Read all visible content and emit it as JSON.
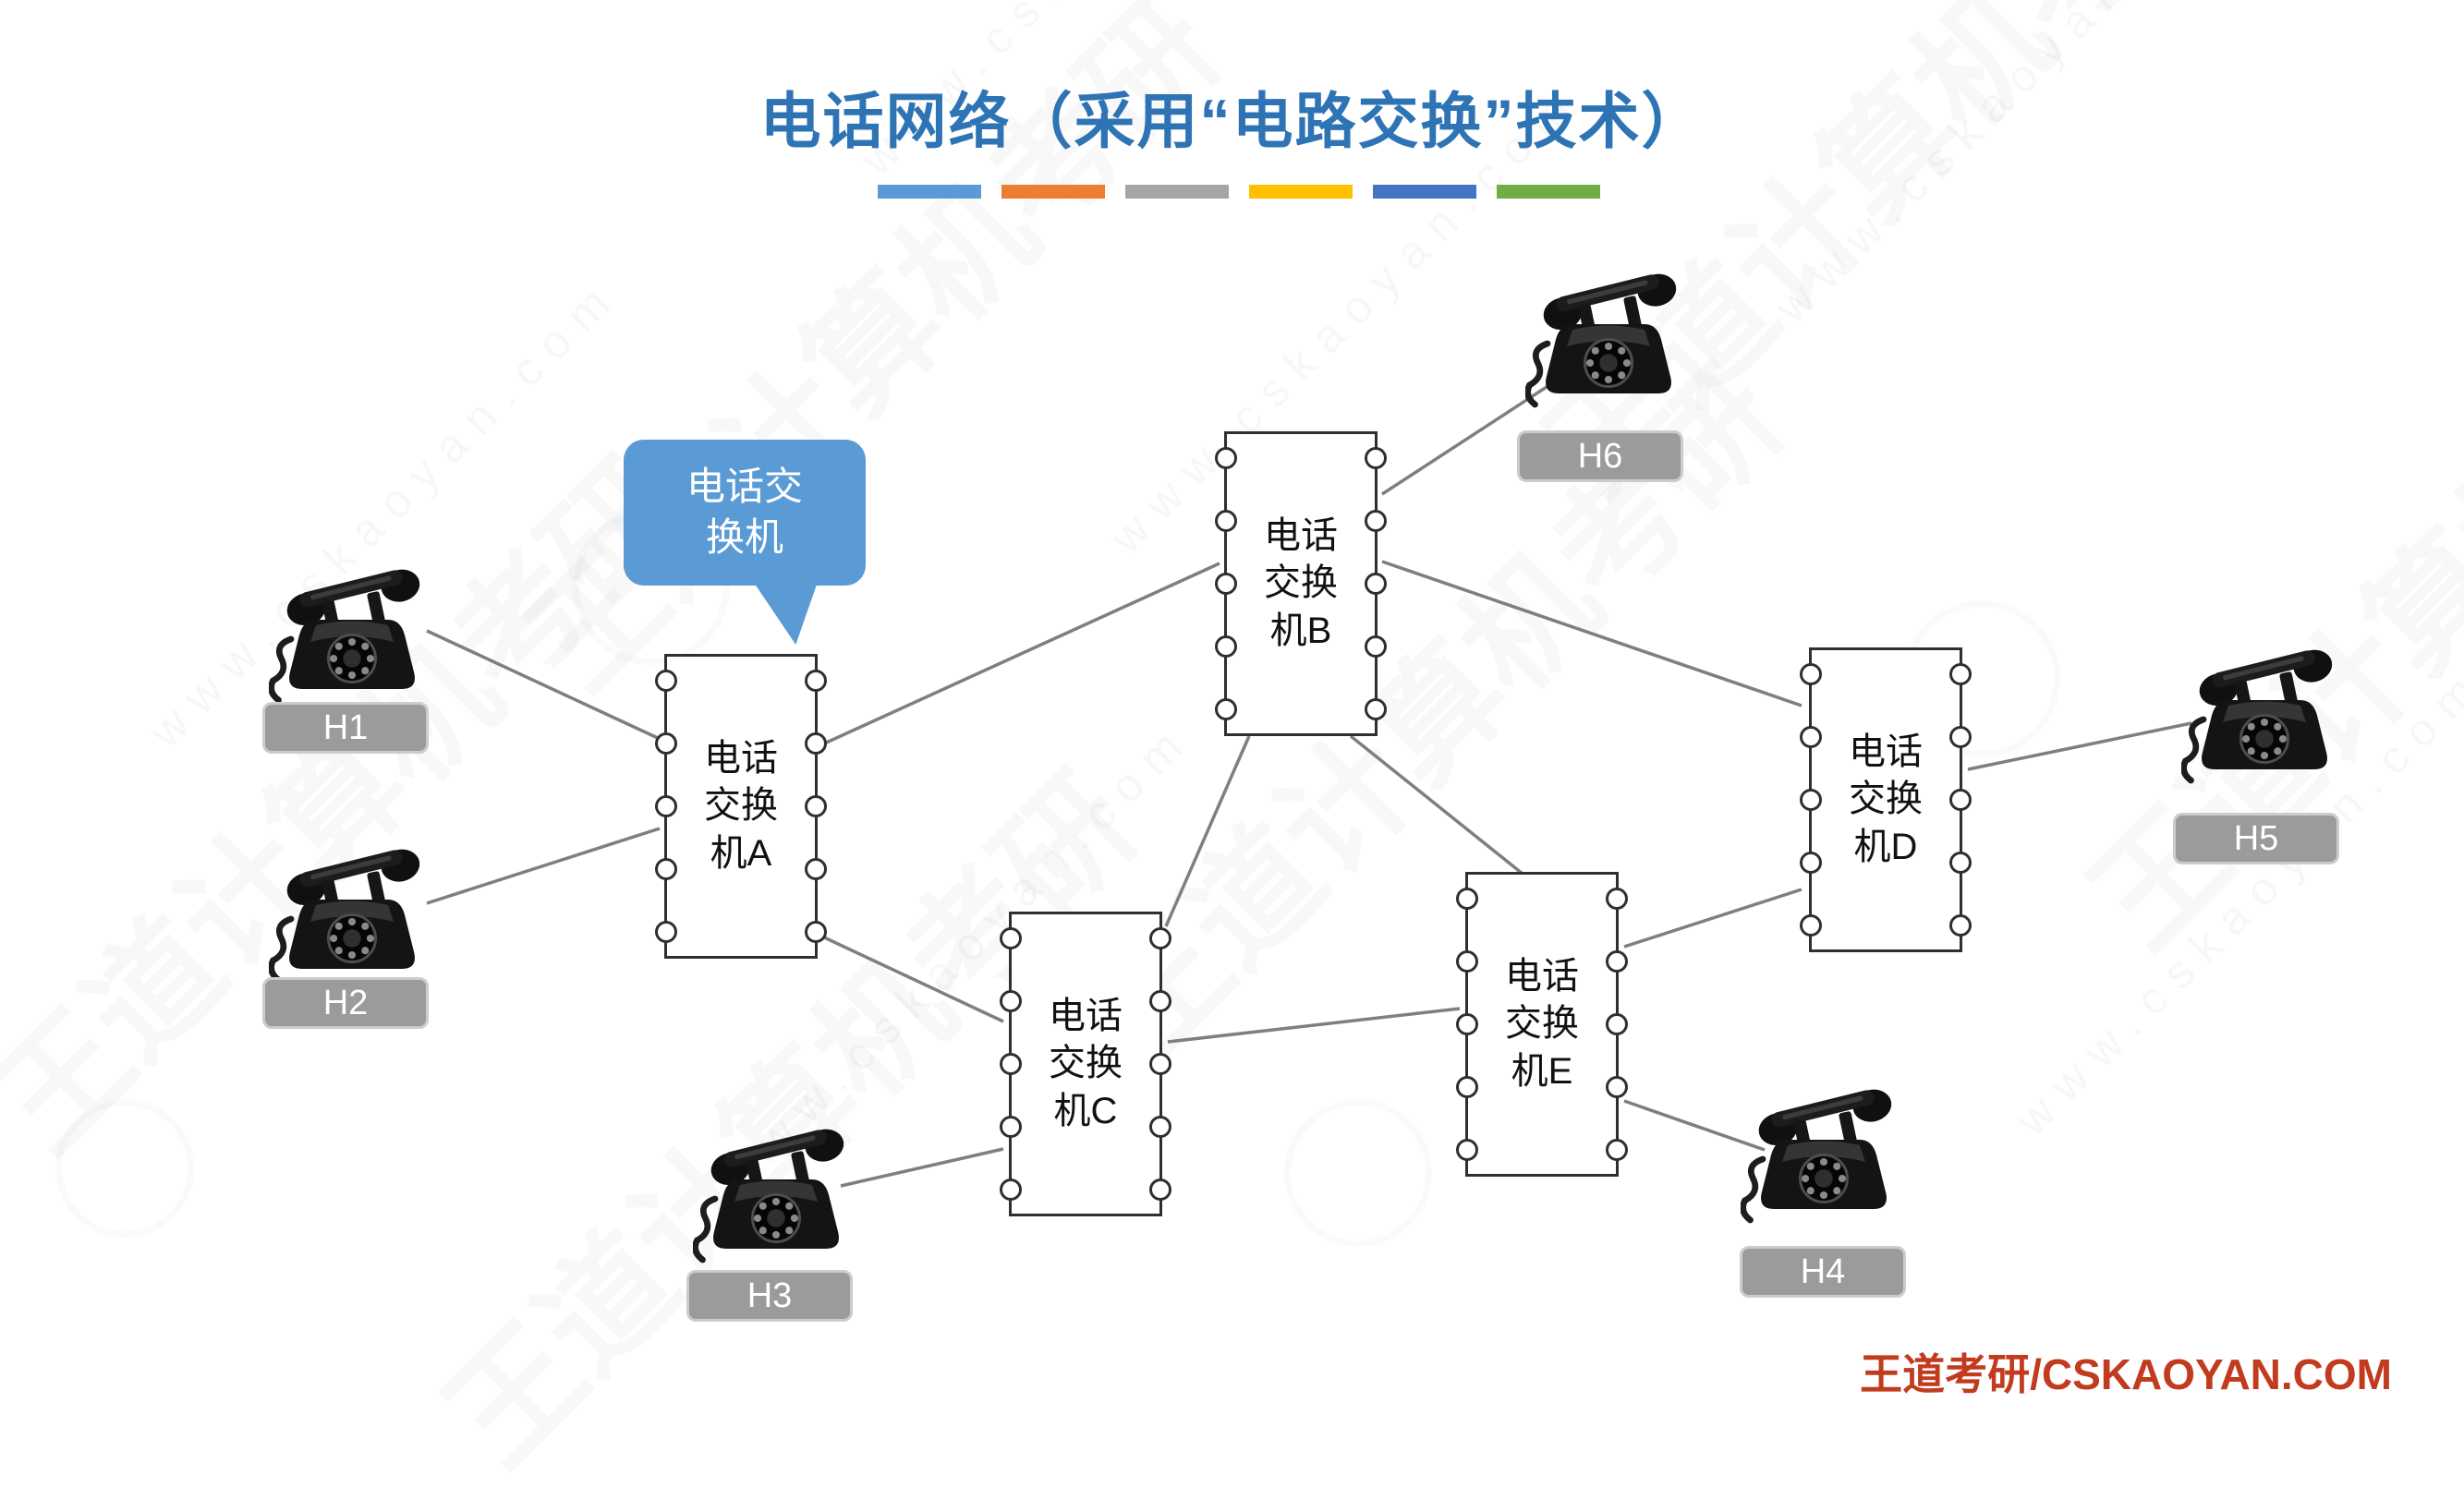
{
  "title": {
    "text": "电话网络（采用“电路交换”技术）",
    "color": "#2E74B5"
  },
  "underline_colors": [
    "#5B9BD5",
    "#ED7D31",
    "#A5A5A5",
    "#FFC000",
    "#4472C4",
    "#70AD47"
  ],
  "callout": {
    "text": "电话交\n换机",
    "fill": "#5B9BD5",
    "text_color": "#FFFFFF"
  },
  "exchanges": [
    {
      "id": "A",
      "label": "电话\n交换\n机A"
    },
    {
      "id": "B",
      "label": "电话\n交换\n机B"
    },
    {
      "id": "C",
      "label": "电话\n交换\n机C"
    },
    {
      "id": "D",
      "label": "电话\n交换\n机D"
    },
    {
      "id": "E",
      "label": "电话\n交换\n机E"
    }
  ],
  "phones": [
    {
      "id": "H1",
      "label": "H1"
    },
    {
      "id": "H2",
      "label": "H2"
    },
    {
      "id": "H3",
      "label": "H3"
    },
    {
      "id": "H4",
      "label": "H4"
    },
    {
      "id": "H5",
      "label": "H5"
    },
    {
      "id": "H6",
      "label": "H6"
    }
  ],
  "phone_label_style": {
    "fill": "#9B9B9B",
    "text_color": "#FFFFFF"
  },
  "connections": [
    [
      "H1",
      "A"
    ],
    [
      "H2",
      "A"
    ],
    [
      "A",
      "B"
    ],
    [
      "A",
      "C"
    ],
    [
      "B",
      "C"
    ],
    [
      "B",
      "H6"
    ],
    [
      "B",
      "D"
    ],
    [
      "B",
      "E"
    ],
    [
      "C",
      "E"
    ],
    [
      "C",
      "H3"
    ],
    [
      "E",
      "D"
    ],
    [
      "E",
      "H4"
    ],
    [
      "D",
      "H5"
    ]
  ],
  "line_color": "#7F7F7F",
  "watermark": {
    "brand": "王道计算机考研",
    "site": "www.cskaoyan.com"
  },
  "footer": {
    "text": "王道考研/CSKAOYAN.COM",
    "color": "#C23B1E"
  }
}
